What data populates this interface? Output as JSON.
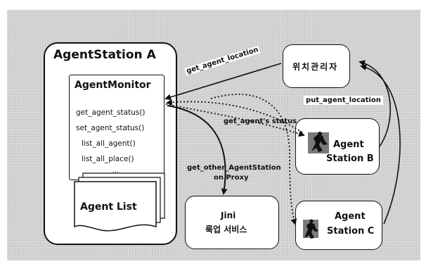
{
  "agent_station_a": {
    "title": "AgentStation A",
    "monitor_title": "AgentMonitor",
    "methods": [
      "get_agent_status()",
      "set_agent_status()",
      "list_all_agent()",
      "list_all_place()",
      "..."
    ],
    "agent_list": "Agent List"
  },
  "location_manager": {
    "label": "위치관리자"
  },
  "jini": {
    "line1": "Jini",
    "line2": "룩업 서비스"
  },
  "station_b": {
    "line1": "Agent",
    "line2": "Station B"
  },
  "station_c": {
    "line1": "Agent",
    "line2": "Station C"
  },
  "arrows": {
    "get_agent_location": "get_agent_location",
    "put_agent_location": "put_agent_location",
    "get_agents_status": "get_agent's status",
    "get_other_line1": "get_other_AgentStation",
    "get_other_line2": "on Proxy"
  },
  "colors": {
    "background": "#cfcfcf",
    "box_fill": "#ffffff",
    "stroke": "#111111"
  }
}
